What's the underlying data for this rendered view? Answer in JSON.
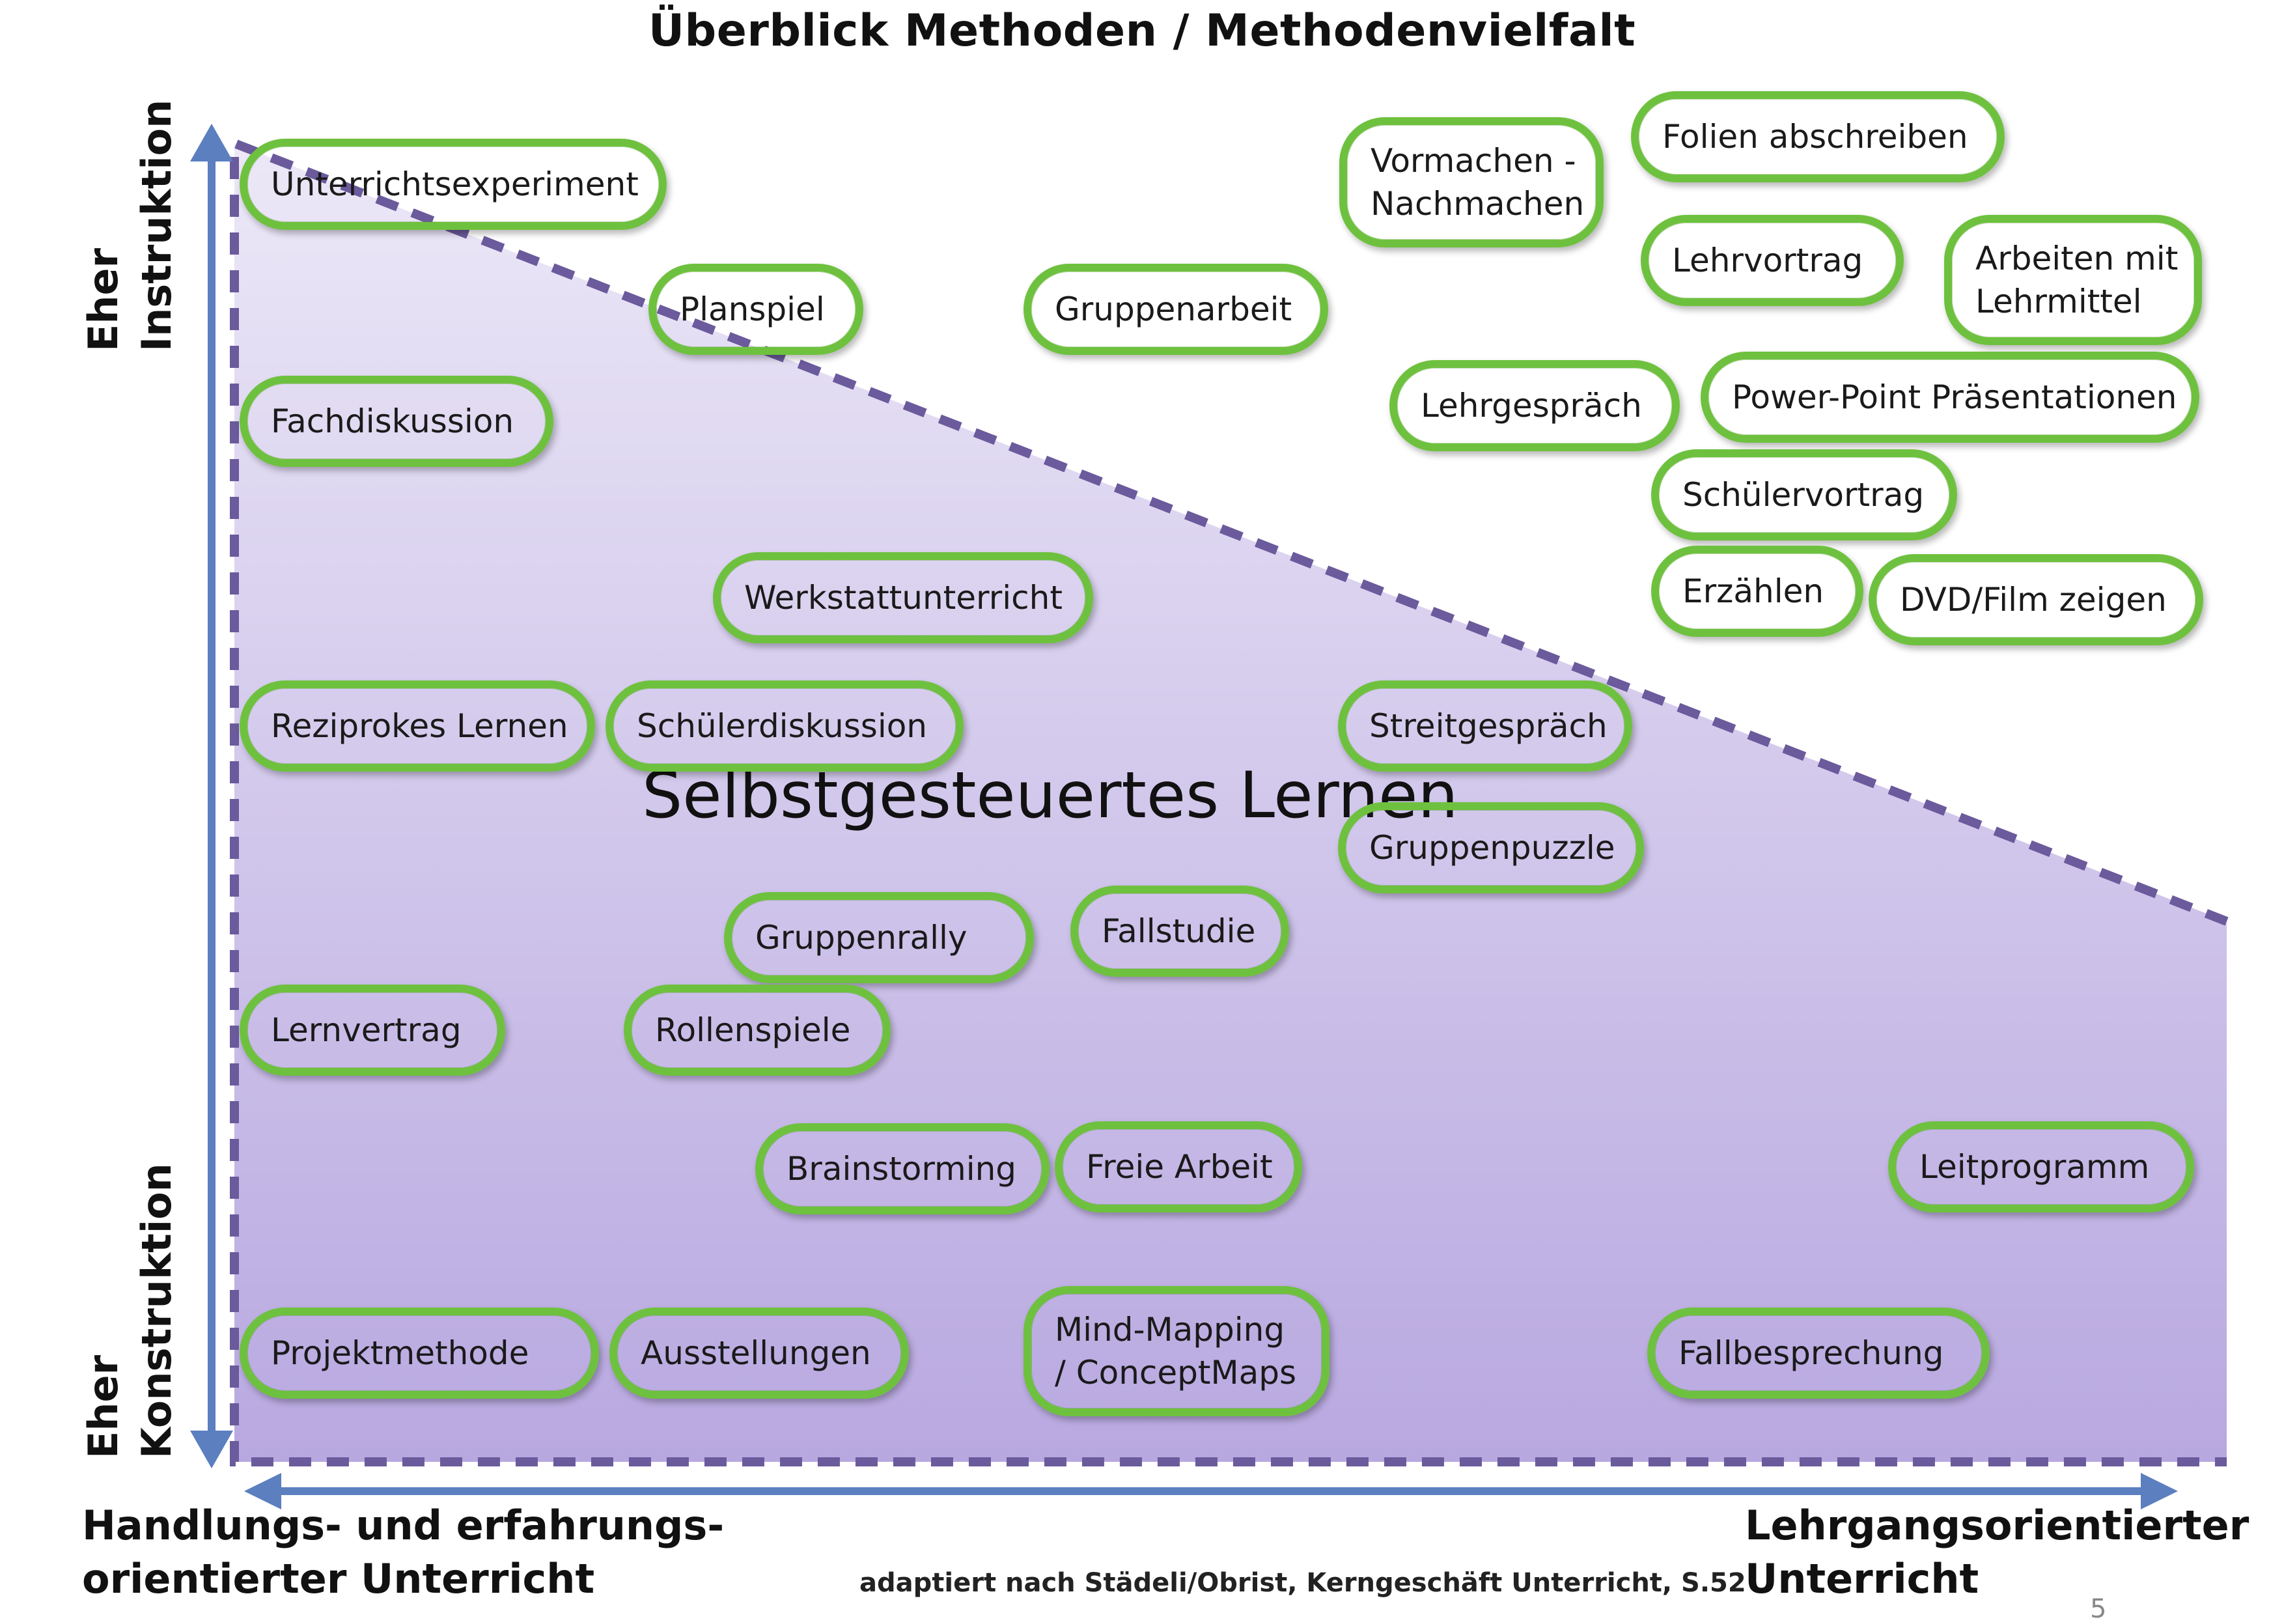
{
  "title": "Überblick Methoden / Methodenvielfalt",
  "center_label": "Selbstgesteuertes Lernen",
  "y_axis": {
    "top_label": "Eher\nInstruktion",
    "bottom_label": "Eher\nKonstruktion"
  },
  "x_axis": {
    "left_label": "Handlungs- und erfahrungs-\norientierter Unterricht",
    "right_label": "Lehrgangsorientierter\nUnterricht"
  },
  "source": "adaptiert nach Städeli/Obrist, Kerngeschäft Unterricht, S.52",
  "page_number": "5",
  "colors": {
    "pill_border": "#6ec13e",
    "axis": "#5b7fbf",
    "dashed_line": "#6b5a9c",
    "region_top": "#e9e4f6",
    "region_bottom": "#b9a9e2"
  },
  "methods": [
    "Unterrichtsexperiment",
    "Planspiel",
    "Gruppenarbeit",
    "Vormachen -\nNachmachen",
    "Folien abschreiben",
    "Lehrvortrag",
    "Arbeiten mit\nLehrmittel",
    "Fachdiskussion",
    "Lehrgespräch",
    "Power-Point Präsentationen",
    "Schülervortrag",
    "Werkstattunterricht",
    "Erzählen",
    "DVD/Film zeigen",
    "Reziprokes Lernen",
    "Schülerdiskussion",
    "Streitgespräch",
    "Gruppenpuzzle",
    "Gruppenrally",
    "Fallstudie",
    "Lernvertrag",
    "Rollenspiele",
    "Brainstorming",
    "Freie Arbeit",
    "Leitprogramm",
    "Projektmethode",
    "Ausstellungen",
    "Mind-Mapping\n/ ConceptMaps",
    "Fallbesprechung"
  ]
}
